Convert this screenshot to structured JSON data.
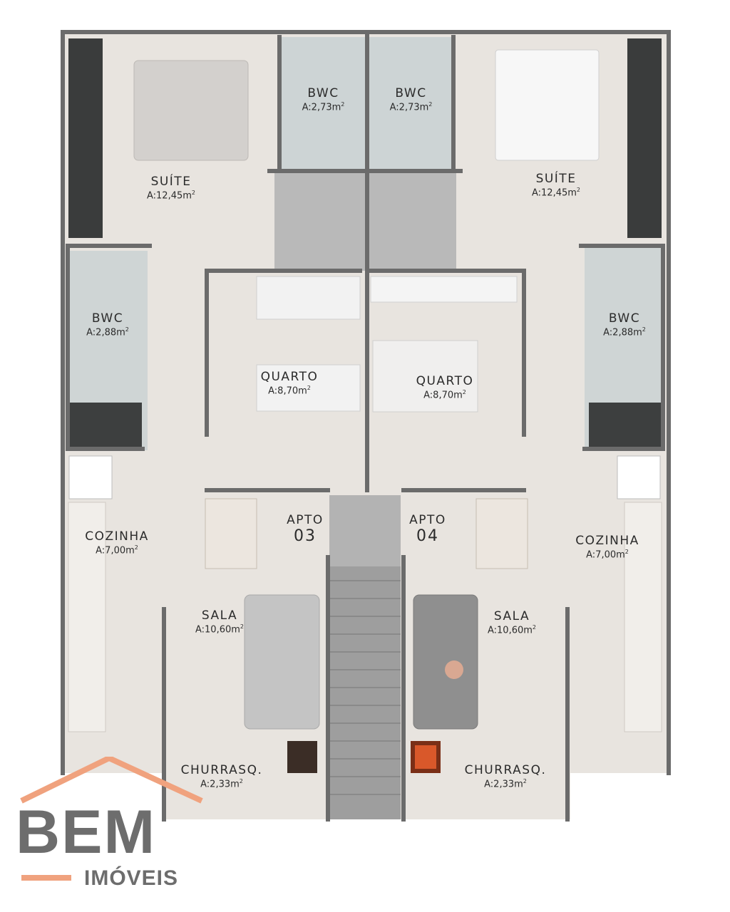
{
  "rooms": {
    "suite_l": {
      "name": "SUÍTE",
      "area": "A:12,45m"
    },
    "suite_r": {
      "name": "SUÍTE",
      "area": "A:12,45m"
    },
    "bwc_tl": {
      "name": "BWC",
      "area": "A:2,73m"
    },
    "bwc_tr": {
      "name": "BWC",
      "area": "A:2,73m"
    },
    "bwc_l": {
      "name": "BWC",
      "area": "A:2,88m"
    },
    "bwc_r": {
      "name": "BWC",
      "area": "A:2,88m"
    },
    "quarto_l": {
      "name": "QUARTO",
      "area": "A:8,70m"
    },
    "quarto_r": {
      "name": "QUARTO",
      "area": "A:8,70m"
    },
    "cozinha_l": {
      "name": "COZINHA",
      "area": "A:7,00m"
    },
    "cozinha_r": {
      "name": "COZINHA",
      "area": "A:7,00m"
    },
    "sala_l": {
      "name": "SALA",
      "area": "A:10,60m"
    },
    "sala_r": {
      "name": "SALA",
      "area": "A:10,60m"
    },
    "churr_l": {
      "name": "CHURRASQ.",
      "area": "A:2,33m"
    },
    "churr_r": {
      "name": "CHURRASQ.",
      "area": "A:2,33m"
    }
  },
  "area_exponent": "2",
  "apartments": {
    "left": {
      "label": "APTO",
      "number": "03"
    },
    "right": {
      "label": "APTO",
      "number": "04"
    }
  },
  "logo": {
    "brand": "BEM",
    "sub": "IMÓVEIS",
    "roof_color": "#f0a27e",
    "text_color": "#6d6d6d"
  },
  "colors": {
    "wall": "#6b6b6b",
    "floor": "#e7e3de",
    "hall": "#b9b9b9",
    "bath": "#c9d1d2"
  }
}
